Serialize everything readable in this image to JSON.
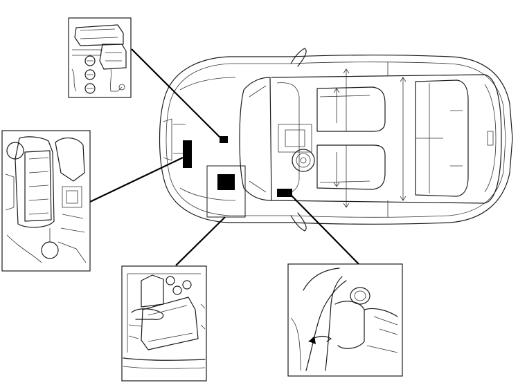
{
  "colors": {
    "ink": "#1a1a1a",
    "marker": "#000000",
    "background": "#ffffff"
  },
  "callouts": [
    {
      "id": "detail-top",
      "icon": "relay-bracket-detail"
    },
    {
      "id": "detail-left",
      "icon": "fuse-block-detail"
    },
    {
      "id": "detail-bottom",
      "icon": "control-module-detail"
    },
    {
      "id": "detail-right",
      "icon": "door-connector-detail"
    }
  ]
}
